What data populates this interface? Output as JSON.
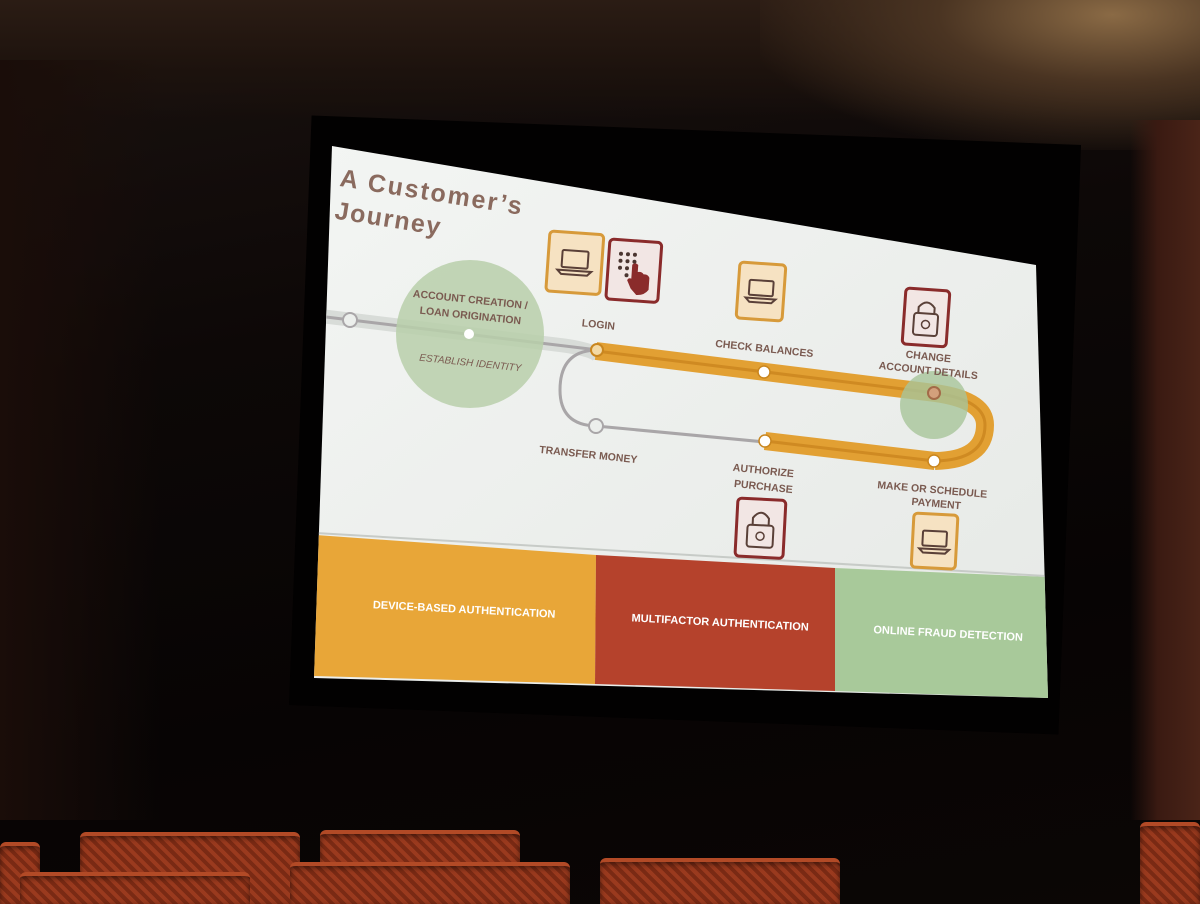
{
  "slide": {
    "title_line1": "A Customer’s",
    "title_line2": "Journey",
    "account_creation_line1": "ACCOUNT CREATION /",
    "account_creation_line2": "LOAN ORIGINATION",
    "establish_identity": "ESTABLISH IDENTITY",
    "login": "LOGIN",
    "check_balances": "CHECK BALANCES",
    "change_line1": "CHANGE",
    "change_line2": "ACCOUNT DETAILS",
    "transfer_money": "TRANSFER MONEY",
    "authorize_line1": "AUTHORIZE",
    "authorize_line2": "PURCHASE",
    "make_line1": "MAKE OR SCHEDULE",
    "make_line2": "PAYMENT",
    "device_auth": "DEVICE-BASED AUTHENTICATION",
    "multifactor_auth": "MULTIFACTOR  AUTHENTICATION",
    "fraud_detection": "ONLINE FRAUD DETECTION"
  },
  "icons": {
    "laptop": "laptop-icon",
    "keypad": "keypad-touch-icon",
    "lock": "padlock-icon"
  },
  "colors": {
    "orange": "#e5a533",
    "orange_dark": "#c9861f",
    "red": "#b5422c",
    "green": "#a8c99a",
    "green_circle": "#b9cfaa",
    "maroon": "#8a2b2b",
    "slide_bg": "#ecefec",
    "text": "#7a5a50"
  }
}
